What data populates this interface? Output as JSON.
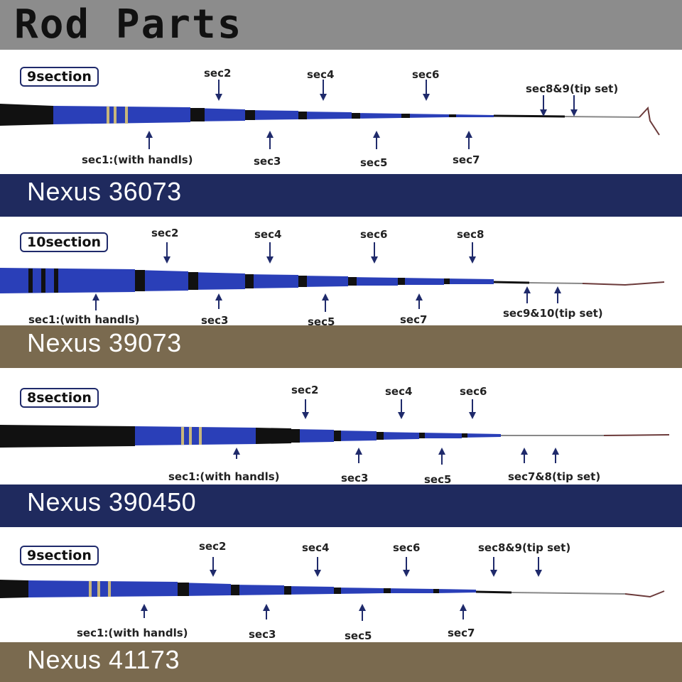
{
  "title": "Rod Parts",
  "colors": {
    "navy_band": "#1f2a5e",
    "brown_band": "#7a6a4f",
    "rod_blue": "#2a3fb8",
    "arrow": "#1f2a6b"
  },
  "panels": [
    {
      "badge": "9section",
      "model": "Nexus 36073",
      "band_color": "navy",
      "labels_above": [
        "sec2",
        "sec4",
        "sec6",
        "sec8&9(tip set)"
      ],
      "labels_below": [
        "sec1:(with handls)",
        "sec3",
        "sec5",
        "sec7"
      ]
    },
    {
      "badge": "10section",
      "model": "Nexus 39073",
      "band_color": "brown",
      "labels_above": [
        "sec2",
        "sec4",
        "sec6",
        "sec8"
      ],
      "labels_below": [
        "sec1:(with handls)",
        "sec3",
        "sec5",
        "sec7",
        "sec9&10(tip set)"
      ]
    },
    {
      "badge": "8section",
      "model": "Nexus 390450",
      "band_color": "navy",
      "labels_above": [
        "sec2",
        "sec4",
        "sec6"
      ],
      "labels_below": [
        "sec1:(with handls)",
        "sec3",
        "sec5",
        "sec7&8(tip set)"
      ]
    },
    {
      "badge": "9section",
      "model": "Nexus 41173",
      "band_color": "brown",
      "labels_above": [
        "sec2",
        "sec4",
        "sec6",
        "sec8&9(tip set)"
      ],
      "labels_below": [
        "sec1:(with handls)",
        "sec3",
        "sec5",
        "sec7"
      ]
    }
  ]
}
